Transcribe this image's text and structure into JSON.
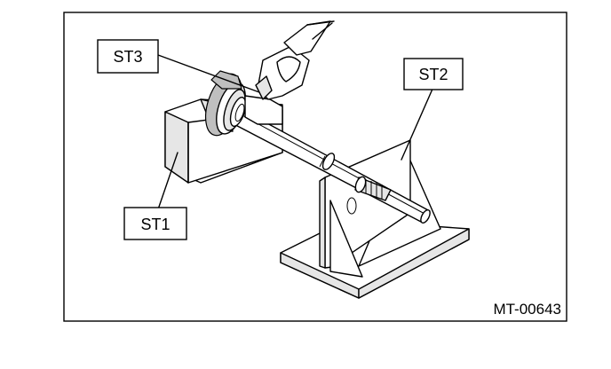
{
  "labels": {
    "st1": "ST1",
    "st2": "ST2",
    "st3": "ST3"
  },
  "figure_code": "MT-00643"
}
